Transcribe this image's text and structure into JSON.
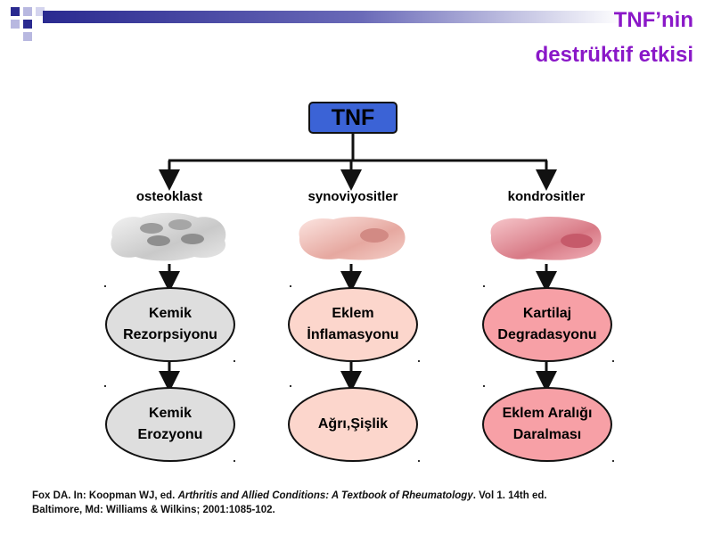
{
  "title": {
    "line1": "TNF’nin",
    "line2": "destrüktif etkisi"
  },
  "root": {
    "label": "TNF"
  },
  "columns": [
    {
      "cell": "osteoklast",
      "effect": [
        "Kemik",
        "Rezorpsiyonu"
      ],
      "outcome": [
        "Kemik",
        "Erozyonu"
      ]
    },
    {
      "cell": "synoviyositler",
      "effect": [
        "Eklem",
        "İnflamasyonu"
      ],
      "outcome": [
        "Ağrı,Şişlik"
      ]
    },
    {
      "cell": "kondrositler",
      "effect": [
        "Kartilaj",
        "Degradasyonu"
      ],
      "outcome": [
        "Eklem Aralığı",
        "Daralması"
      ]
    }
  ],
  "reference": {
    "prefix": "Fox DA. In: Koopman WJ, ed. ",
    "book": "Arthritis and Allied Conditions: A Textbook of Rheumatology",
    "suffix": ". Vol 1. 14th ed.",
    "line2": "Baltimore, Md: Williams & Wilkins; 2001:1085-102."
  },
  "colors": {
    "title": "#8a18c8",
    "tnf_box": "#3b63d6",
    "oval_gray": "#dedede",
    "oval_peach": "#fcd6cc",
    "oval_pink": "#f7a0a6",
    "header_bar": "#2a2a90"
  }
}
